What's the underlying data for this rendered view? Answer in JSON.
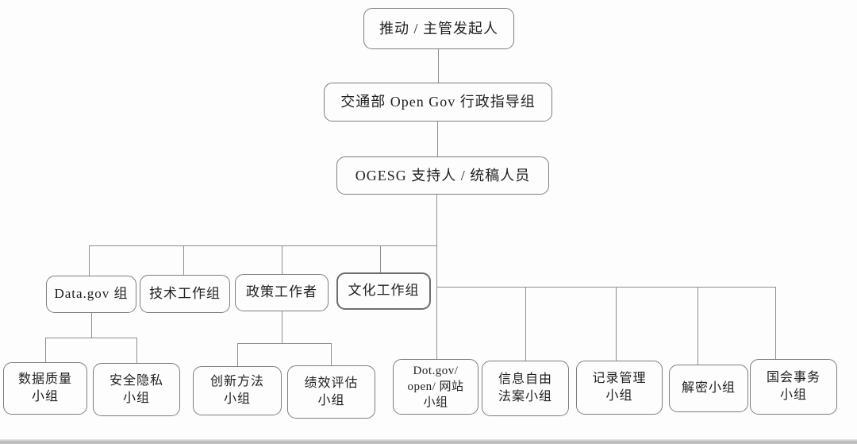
{
  "diagram": {
    "type": "org-chart",
    "nodes": {
      "sponsor": {
        "label": "推动 / 主管发起人"
      },
      "steering_group": {
        "label": "交通部 Open Gov 行政指导组"
      },
      "support_staff": {
        "label": "OGESG 支持人 / 统稿人员"
      },
      "datagov_group": {
        "label": "Data.gov 组"
      },
      "tech_workgroup": {
        "label": "技术工作组"
      },
      "policy_workers": {
        "label": "政策工作者"
      },
      "culture_workgroup": {
        "label": "文化工作组"
      },
      "data_quality": {
        "label": "数据质量\n小组"
      },
      "security_privacy": {
        "label": "安全隐私\n小组"
      },
      "innovation": {
        "label": "创新方法\n小组"
      },
      "performance": {
        "label": "绩效评估\n小组"
      },
      "dotgov_website": {
        "label": "Dot.gov/\nopen/ 网站\n小组"
      },
      "foia": {
        "label": "信息自由\n法案小组"
      },
      "records_mgmt": {
        "label": "记录管理\n小组"
      },
      "declassification": {
        "label": "解密小组"
      },
      "congress_affairs": {
        "label": "国会事务\n小组"
      }
    },
    "edges": [
      [
        "sponsor",
        "steering_group"
      ],
      [
        "steering_group",
        "support_staff"
      ],
      [
        "support_staff",
        "datagov_group"
      ],
      [
        "support_staff",
        "tech_workgroup"
      ],
      [
        "support_staff",
        "policy_workers"
      ],
      [
        "support_staff",
        "culture_workgroup"
      ],
      [
        "support_staff",
        "dotgov_website"
      ],
      [
        "support_staff",
        "foia"
      ],
      [
        "support_staff",
        "records_mgmt"
      ],
      [
        "support_staff",
        "declassification"
      ],
      [
        "support_staff",
        "congress_affairs"
      ],
      [
        "datagov_group",
        "data_quality"
      ],
      [
        "datagov_group",
        "security_privacy"
      ],
      [
        "policy_workers",
        "innovation"
      ],
      [
        "policy_workers",
        "performance"
      ]
    ],
    "colors": {
      "box_border": "#7e7e7e",
      "connector": "#8f8f8f",
      "text": "#1f1f1f",
      "background": "#fdfdfd"
    }
  }
}
